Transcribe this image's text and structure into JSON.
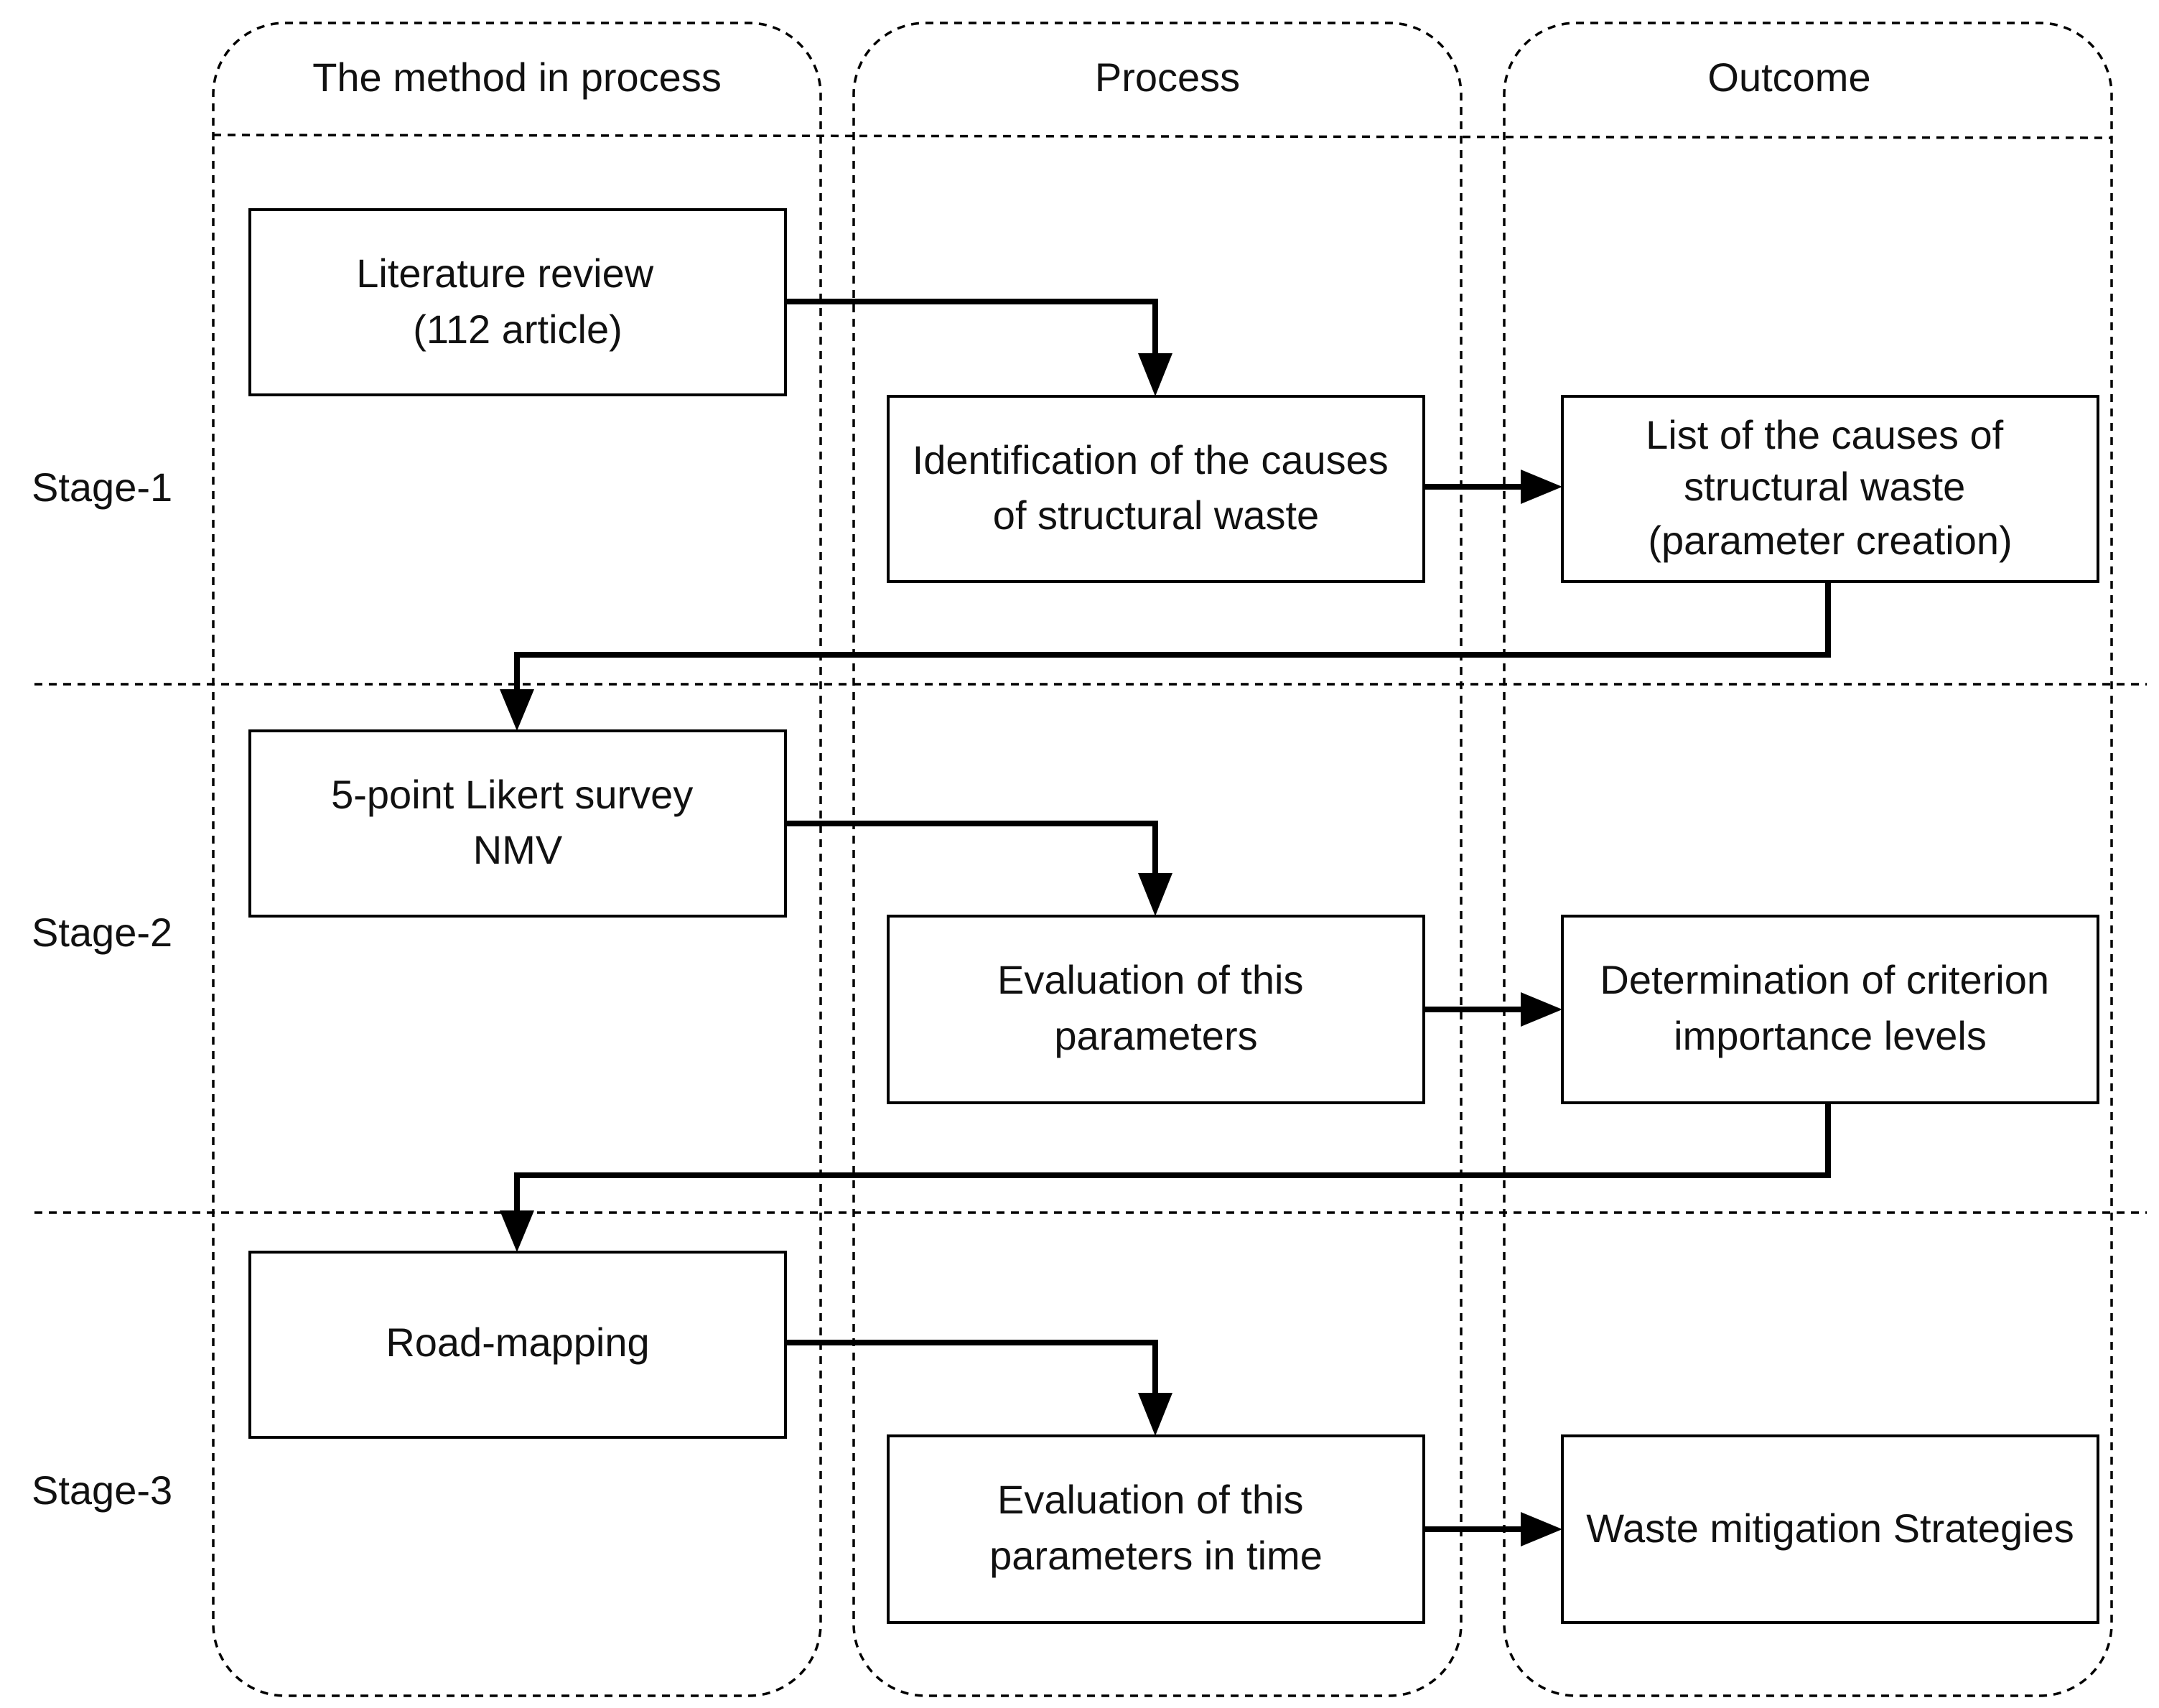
{
  "columns": {
    "method": "The method in process",
    "process": "Process",
    "outcome": "Outcome"
  },
  "stages": {
    "stage1": "Stage-1",
    "stage2": "Stage-2",
    "stage3": "Stage-3"
  },
  "boxes": {
    "literature_review": [
      "Literature review",
      "(112 article)"
    ],
    "identification_causes": [
      "Identification of the causes",
      "of structural waste"
    ],
    "list_causes": [
      "List of the causes of",
      "structural waste",
      "(parameter creation)"
    ],
    "likert_survey": [
      "5-point Likert survey",
      "NMV"
    ],
    "evaluation_parameters": [
      "Evaluation of  this",
      "parameters"
    ],
    "determination_importance": [
      "Determination of criterion",
      "importance levels"
    ],
    "road_mapping": [
      "Road-mapping"
    ],
    "evaluation_parameters_time": [
      "Evaluation of  this",
      "parameters in time"
    ],
    "waste_mitigation": [
      "Waste mitigation Strategies"
    ]
  }
}
